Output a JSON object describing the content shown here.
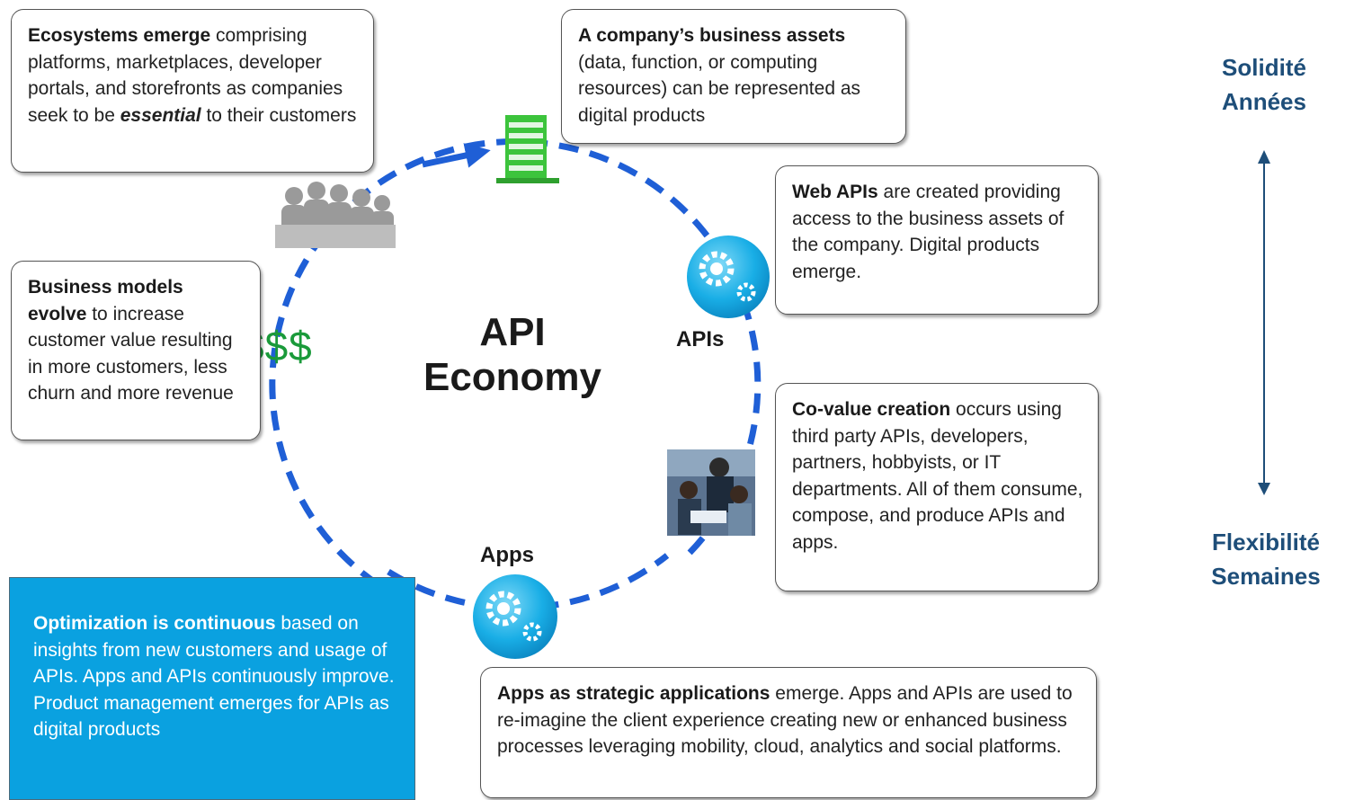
{
  "center": {
    "title_line1": "API",
    "title_line2": "Economy"
  },
  "labels": {
    "apis": "APIs",
    "apps": "Apps",
    "dollars": "$$$"
  },
  "boxes": {
    "ecosystems": {
      "bold": "Ecosystems emerge",
      "text1": " comprising platforms, marketplaces, developer portals, and storefronts as companies seek to be ",
      "italic": "essential",
      "text2": " to their customers"
    },
    "assets": {
      "bold": "A company’s business assets",
      "text": " (data, function, or computing resources) can be represented as digital products"
    },
    "webapis": {
      "bold": "Web APIs",
      "text": " are created providing access to the business assets of  the company.  Digital products emerge."
    },
    "business": {
      "bold": "Business models evolve",
      "text": " to increase customer value resulting in more customers, less churn and more revenue"
    },
    "covalue": {
      "bold": "Co-value creation",
      "text": " occurs using third party APIs, developers, partners, hobbyists,  or IT departments. All of them consume, compose, and produce APIs and apps."
    },
    "optimization": {
      "bold": "Optimization is continuous",
      "text1": " based on insights from new customers and usage of APIs.  Apps and APIs continuously improve.",
      "text2": "Product management emerges for APIs as digital products"
    },
    "strategic": {
      "bold": "Apps as strategic applications",
      "text": " emerge. Apps and APIs are used  to re-imagine the client experience creating new or enhanced business processes leveraging mobility, cloud, analytics and social platforms."
    }
  },
  "side": {
    "top_line1": "Solidité",
    "top_line2": "Années",
    "bottom_line1": "Flexibilité",
    "bottom_line2": "Semaines"
  },
  "colors": {
    "cycle": "#1f5fd6",
    "accent_blue": "#0aa1e0",
    "green": "#3cc43c",
    "side_text": "#1e4e79"
  },
  "icons": [
    "people-icon",
    "building-icon",
    "gears-icon",
    "team-photo-icon",
    "dollar-sign"
  ]
}
